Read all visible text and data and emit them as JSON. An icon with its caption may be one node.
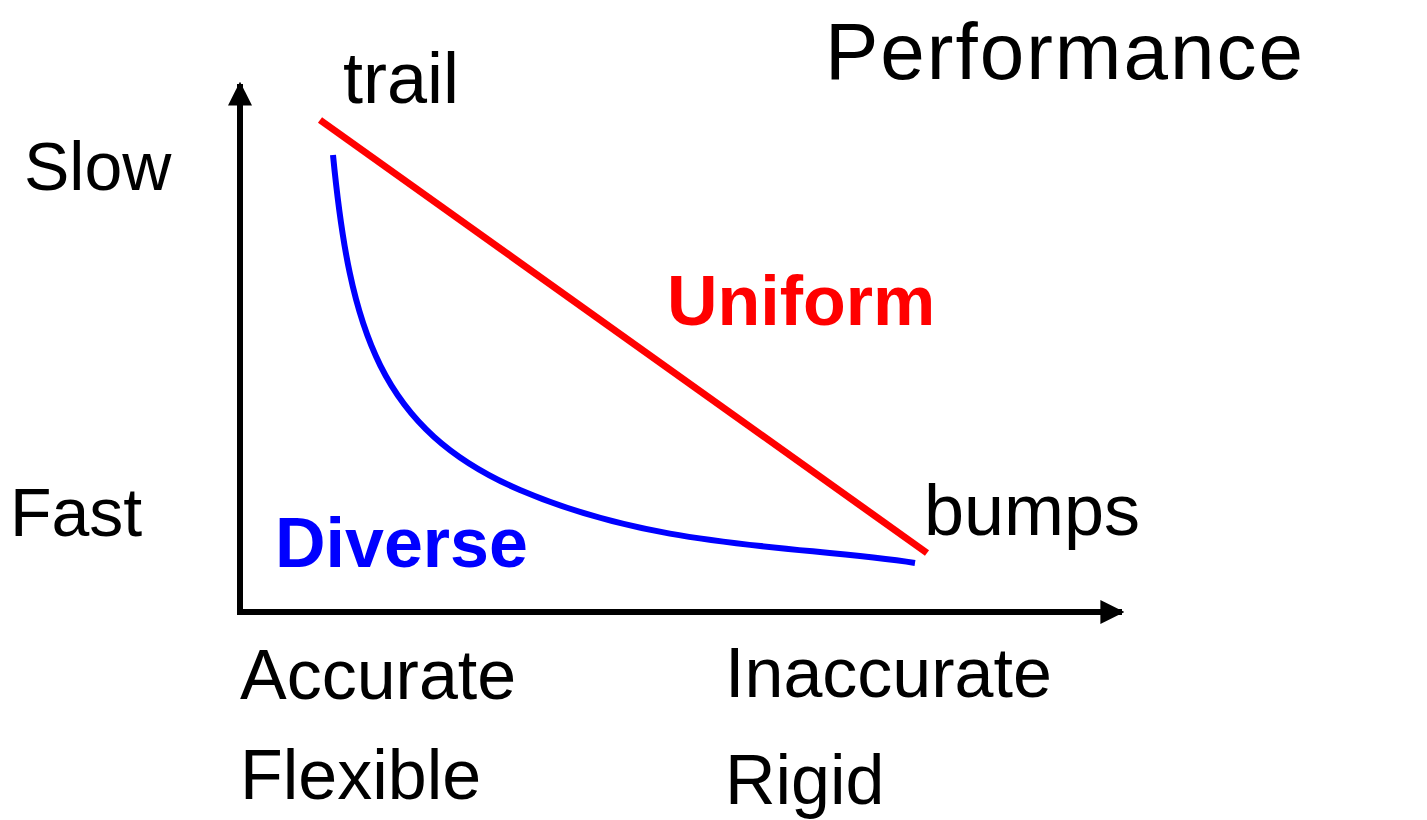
{
  "diagram": {
    "title": "Performance",
    "labels": [
      "trail",
      "Slow",
      "Uniform",
      "Fast",
      "bumps",
      "Diverse",
      "Accurate",
      "Inaccurate",
      "Flexible",
      "Rigid"
    ]
  }
}
